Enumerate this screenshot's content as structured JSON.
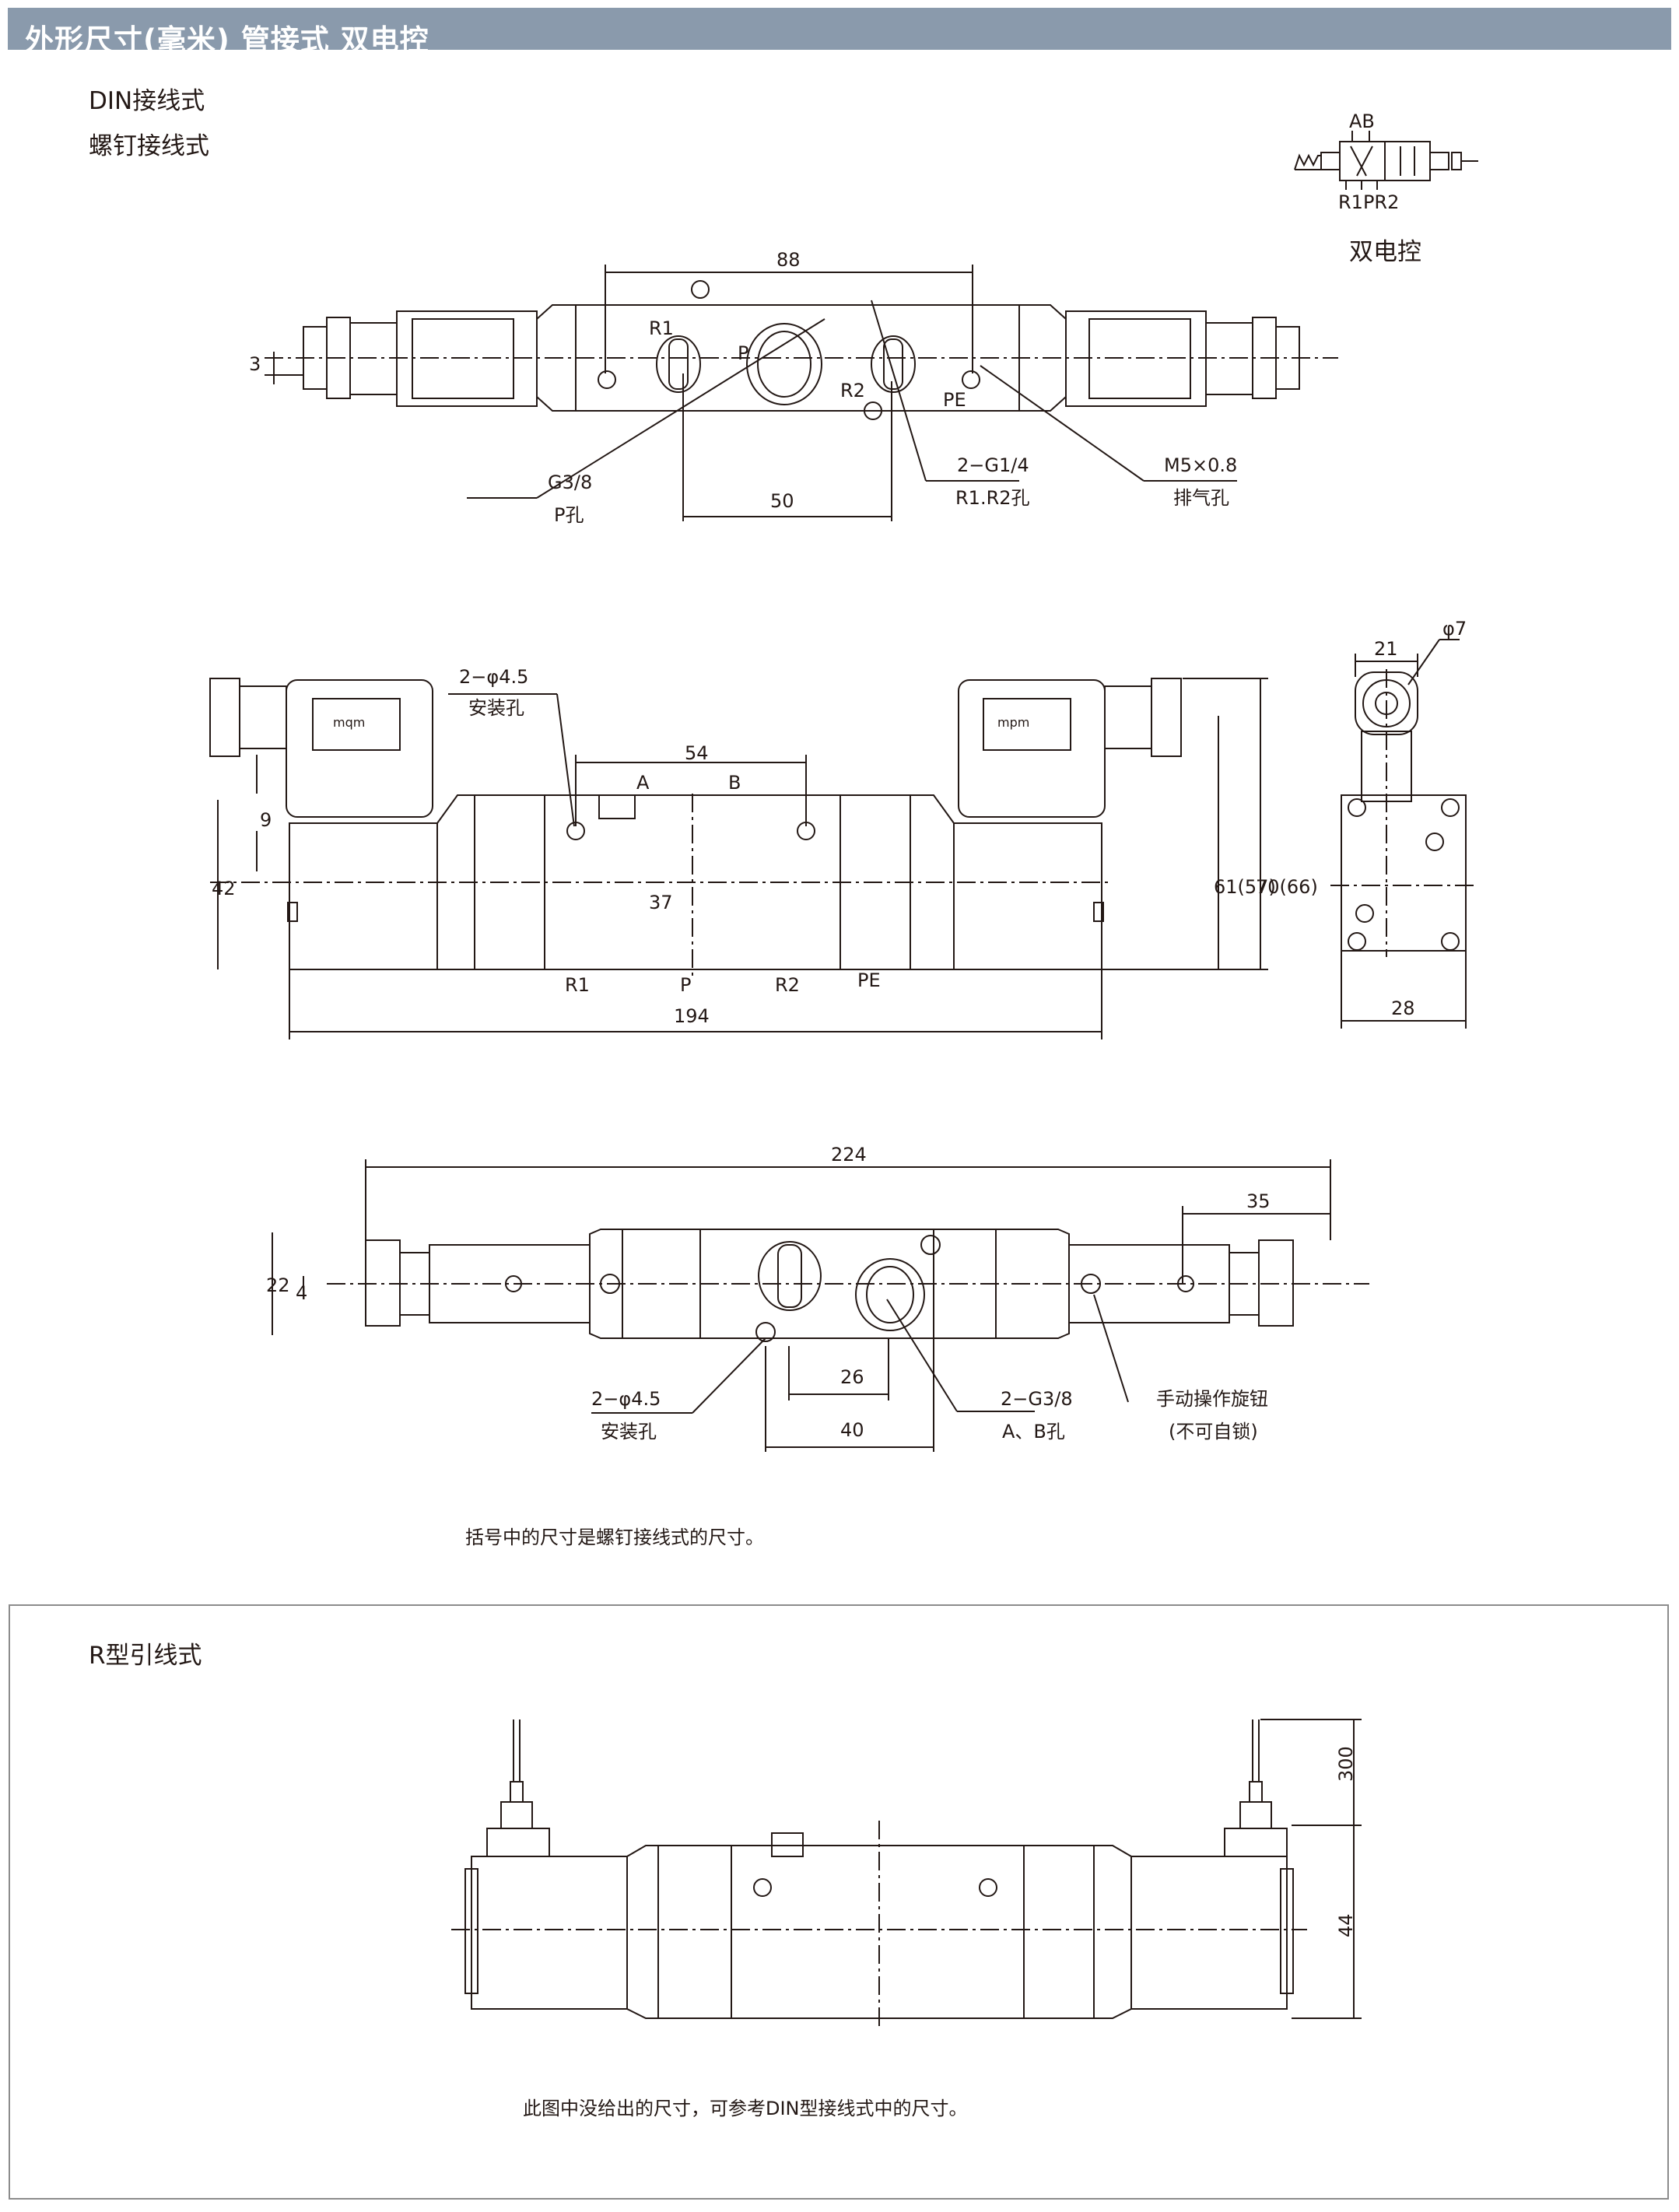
{
  "header": {
    "title": "外形尺寸(毫米)  管接式 双电控"
  },
  "sections": {
    "din": "DIN接线式",
    "screw": "螺钉接线式",
    "r_type": "R型引线式"
  },
  "symbol": {
    "top_ports": "AB",
    "bottom_ports": "R1PR2",
    "caption": "双电控"
  },
  "top_view": {
    "dim_88": "88",
    "dim_3": "3",
    "dim_50": "50",
    "port_r1": "R1",
    "port_p": "P",
    "port_r2": "R2",
    "port_pe": "PE",
    "callout_p_size": "G3/8",
    "callout_p_name": "P孔",
    "callout_r_size": "2−G1/4",
    "callout_r_name": "R1.R2孔",
    "callout_m5_size": "M5×0.8",
    "callout_m5_name": "排气孔"
  },
  "front_view": {
    "callout_holes_size": "2−φ4.5",
    "callout_holes_name": "安装孔",
    "dim_54": "54",
    "port_a": "A",
    "port_b": "B",
    "dim_9": "9",
    "dim_42": "42",
    "dim_37": "37",
    "dim_61": "61(57)",
    "dim_70": "70(66)",
    "port_r1": "R1",
    "port_p": "P",
    "port_r2": "R2",
    "port_pe": "PE",
    "dim_194": "194",
    "coil_mark_left": "mqm",
    "coil_mark_right": "mpm"
  },
  "side_view": {
    "dim_21": "21",
    "dim_phi7": "φ7",
    "dim_28": "28"
  },
  "bottom_view": {
    "dim_224": "224",
    "dim_35": "35",
    "dim_22": "22",
    "dim_4": "4",
    "dim_26": "26",
    "dim_40": "40",
    "callout_holes_size": "2−φ4.5",
    "callout_holes_name": "安装孔",
    "callout_ab_size": "2−G3/8",
    "callout_ab_name": "A、B孔",
    "callout_knob_name": "手动操作旋钮",
    "callout_knob_note": "(不可自锁)"
  },
  "notes": {
    "bracket": "括号中的尺寸是螺钉接线式的尺寸。",
    "r_type": "此图中没给出的尺寸，可参考DIN型接线式中的尺寸。"
  },
  "r_view": {
    "dim_300": "300",
    "dim_44": "44"
  },
  "colors": {
    "header_bg": "#8a9aac",
    "header_text": "#ffffff",
    "line": "#231815",
    "frame": "#8c8c8c"
  }
}
